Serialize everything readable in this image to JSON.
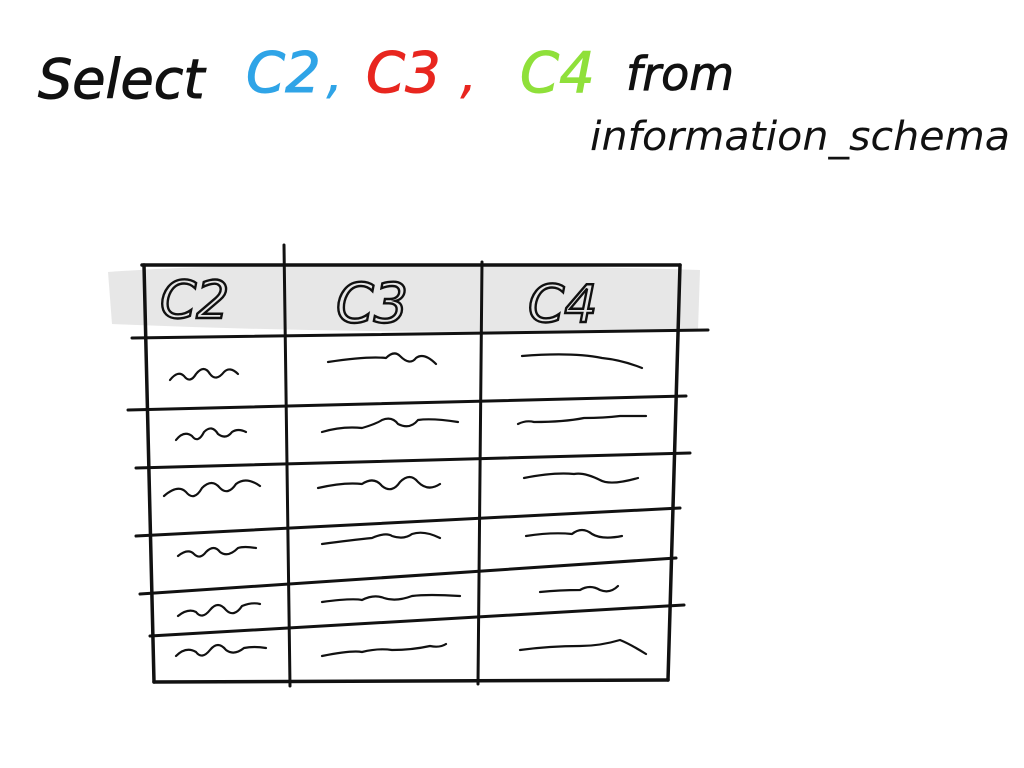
{
  "query": {
    "line1": [
      {
        "text": "Select",
        "color": "#111111"
      },
      {
        "text": "C2",
        "color": "#2fa4e7"
      },
      {
        "text": ",",
        "color": "#2fa4e7"
      },
      {
        "text": "C3",
        "color": "#e8261f"
      },
      {
        "text": ",",
        "color": "#e8261f"
      },
      {
        "text": "C4",
        "color": "#8fe03a"
      },
      {
        "text": "from",
        "color": "#111111"
      }
    ],
    "line2": "information_schema"
  },
  "table": {
    "headers": [
      "C2",
      "C3",
      "C4"
    ],
    "row_count": 6,
    "cell_content": "illegible scribbles",
    "header_fill": "#e6e6e6"
  },
  "colors": {
    "ink": "#111111",
    "c2": "#2fa4e7",
    "c3": "#e8261f",
    "c4": "#8fe03a"
  }
}
